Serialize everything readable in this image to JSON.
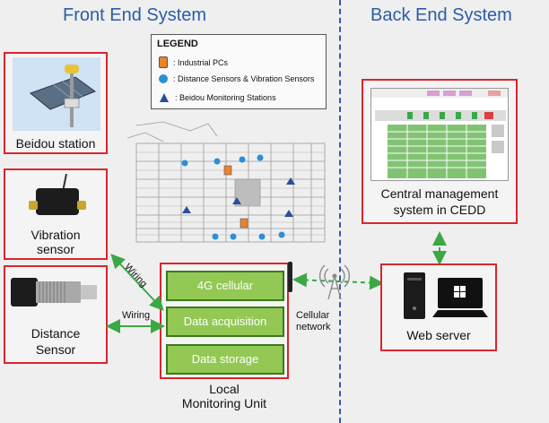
{
  "titles": {
    "front_end": "Front End System",
    "back_end": "Back End System"
  },
  "legend": {
    "title": "LEGEND",
    "items": [
      {
        "symbol": "orange-square",
        "label": ": Industrial PCs"
      },
      {
        "symbol": "blue-circle",
        "label": ": Distance Sensors & Vibration Sensors"
      },
      {
        "symbol": "blue-triangle",
        "label": ": Beidou Monitoring Stations"
      }
    ]
  },
  "devices": {
    "beidou": "Beidou station",
    "vibration_line1": "Vibration",
    "vibration_line2": "sensor",
    "distance_line1": "Distance",
    "distance_line2": "Sensor"
  },
  "connections": {
    "wiring_diagonal": "Wiring",
    "wiring_horizontal": "Wiring",
    "cellular_line1": "Cellular",
    "cellular_line2": "network"
  },
  "local_unit": {
    "modules": [
      "4G cellular",
      "Data acquisition",
      "Data storage"
    ],
    "label_line1": "Local",
    "label_line2": "Monitoring Unit"
  },
  "back_end": {
    "cms_line1": "Central management",
    "cms_line2": "system in CEDD",
    "web_server": "Web server"
  },
  "colors": {
    "title_blue": "#2a5ca8",
    "box_red": "#d9262c",
    "module_green": "#92c853",
    "arrow_green": "#3aa845",
    "divider_blue": "#3a55b0"
  }
}
